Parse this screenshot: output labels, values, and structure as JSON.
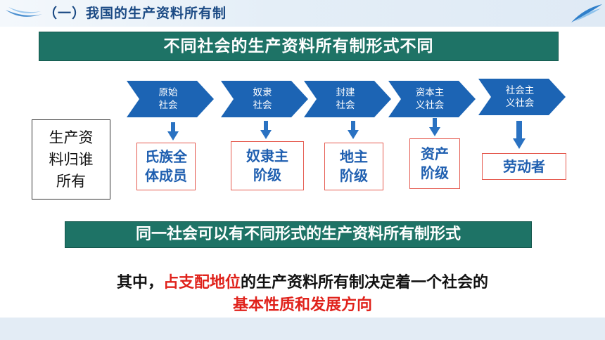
{
  "section": {
    "title": "（一）我国的生产资料所有制"
  },
  "banner_top": "不同社会的生产资料所有制形式不同",
  "owner_box": {
    "lines": [
      "生产资",
      "料归谁",
      "所有"
    ]
  },
  "stages": [
    {
      "lines": [
        "原始",
        "社会"
      ],
      "owner_lines": [
        "氏族全",
        "体成员"
      ]
    },
    {
      "lines": [
        "奴隶",
        "社会"
      ],
      "owner_lines": [
        "奴隶主",
        "阶级"
      ]
    },
    {
      "lines": [
        "封建",
        "社会"
      ],
      "owner_lines": [
        "地主",
        "阶级"
      ]
    },
    {
      "lines": [
        "资本主",
        "义社会"
      ],
      "owner_lines": [
        "资产",
        "阶级"
      ]
    },
    {
      "lines": [
        "社会主",
        "义社会"
      ],
      "owner_lines": [
        "劳动者"
      ]
    }
  ],
  "banner_mid": "同一社会可以有不同形式的生产资料所有制形式",
  "conclusion": {
    "prefix": "其中，",
    "highlight": "占支配地位",
    "suffix": "的生产资料所有制决定着一个社会的",
    "line2": "基本性质和发展方向"
  },
  "colors": {
    "banner": "#1e7366",
    "chevron": "#1c64b4",
    "arrow": "#2a72c2",
    "owner_text": "#1f5fb0",
    "owner_border": "#e55a4f",
    "highlight": "#e0221b",
    "header_title": "#1b4a84"
  }
}
